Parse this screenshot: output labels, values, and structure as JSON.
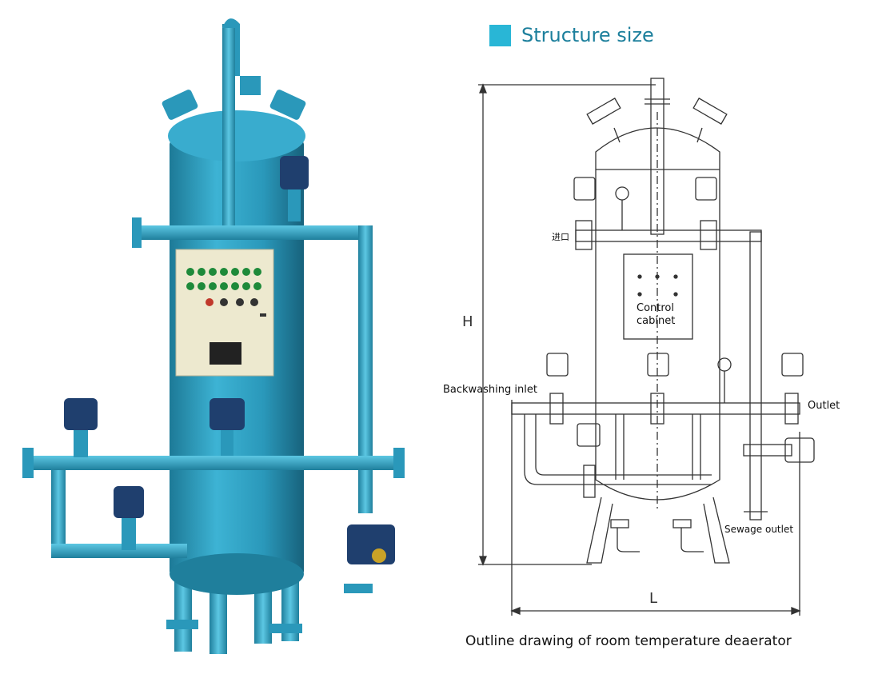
{
  "heading": {
    "text": "Structure size",
    "color": "#29b6d6"
  },
  "drawing": {
    "labels": {
      "control_cabinet_line1": "Control",
      "control_cabinet_line2": "cabinet",
      "backwashing_inlet": "Backwashing inlet",
      "outlet": "Outlet",
      "sewage_outlet": "Sewage outlet",
      "inlet_cn": "进口"
    },
    "dimensions": {
      "height": "H",
      "length": "L"
    },
    "caption": "Outline drawing of room temperature deaerator"
  },
  "photo": {
    "colors": {
      "tank": "#2fa3c4",
      "tank_dark": "#1f7f9c",
      "panel": "#ede9cf",
      "actuator": "#1f3f6e"
    }
  }
}
